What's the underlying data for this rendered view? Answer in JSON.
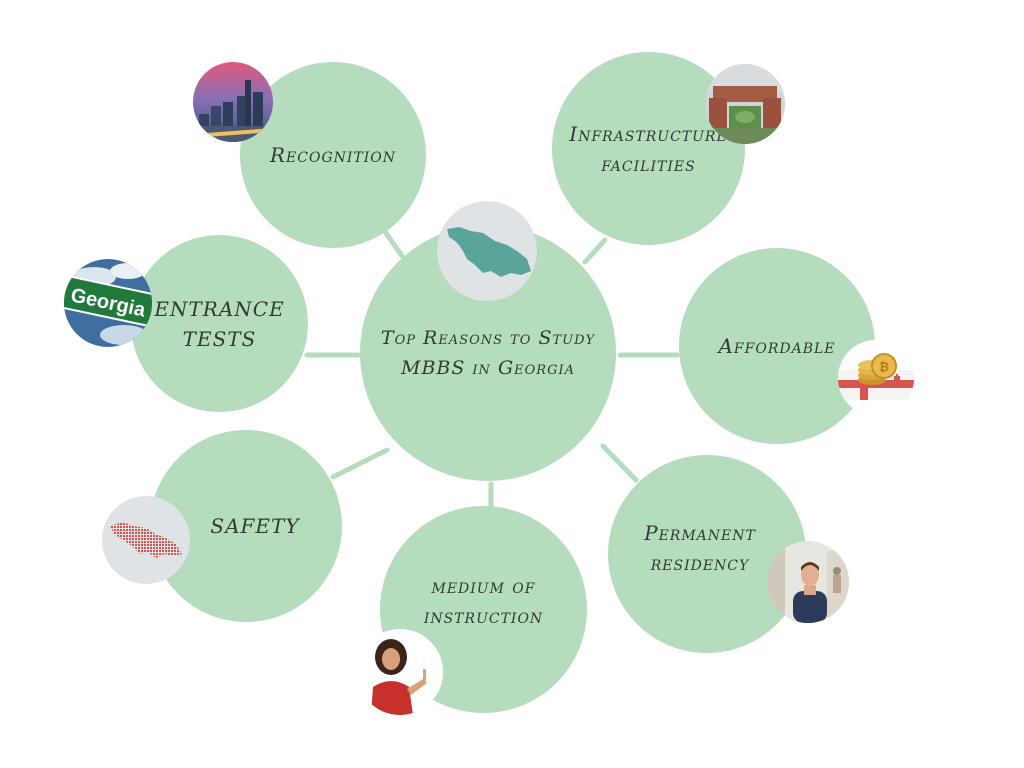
{
  "center": {
    "title_line1": "Top Reasons to Study",
    "title_line2": "MBBS in Georgia"
  },
  "reasons": {
    "recognition": {
      "line1": "Recognition"
    },
    "infrastructure": {
      "line1": "Infrastructure",
      "line2": "facilities"
    },
    "entrance": {
      "line1": "ENTRANCE",
      "line2": "TESTS"
    },
    "affordable": {
      "line1": "Affordable"
    },
    "safety": {
      "line1": "SAFETY"
    },
    "residency": {
      "line1": "Permanent",
      "line2": "residency"
    },
    "medium": {
      "line1": "medium of",
      "line2": "instruction"
    }
  },
  "badges": {
    "entrance_sign": "Georgia"
  },
  "colors": {
    "bubble_fill": "#b4dcbd",
    "text": "#2f3b34",
    "map_teal": "#5aa49a",
    "map_red": "#d9534f"
  },
  "icons": {
    "center": "georgia-map-icon",
    "recognition": "city-skyline-photo",
    "infrastructure": "campus-aerial-photo",
    "entrance": "georgia-road-sign-photo",
    "affordable": "coins-on-flag-photo",
    "safety": "georgia-flag-map-icon",
    "residency": "man-portrait-photo",
    "medium": "woman-pointing-photo"
  }
}
